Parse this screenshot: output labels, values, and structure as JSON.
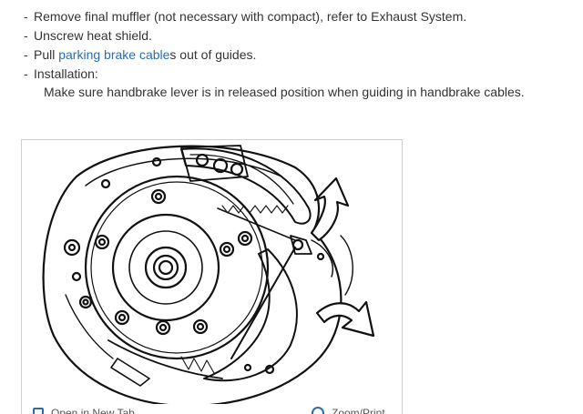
{
  "steps": [
    {
      "bullet": "-",
      "text": "Remove final muffler (not necessary with compact), refer to Exhaust System."
    },
    {
      "bullet": "-",
      "text": "Unscrew heat shield."
    },
    {
      "bullet": "-",
      "prefix": "Pull ",
      "link": "parking brake cable",
      "suffix": "s out of guides."
    },
    {
      "bullet": "-",
      "text": "Installation:"
    }
  ],
  "installation_note": "Make sure handbrake lever is in released position when guiding in handbrake cables.",
  "figure": {
    "toolbar": {
      "open_label": "Open in New Tab",
      "zoom_label": "Zoom/Print"
    }
  },
  "colors": {
    "text": "#333333",
    "link": "#2a6db0",
    "figure_border": "#cfcfcf"
  },
  "icons": {
    "open": "new-tab-icon",
    "zoom": "zoom-icon"
  }
}
